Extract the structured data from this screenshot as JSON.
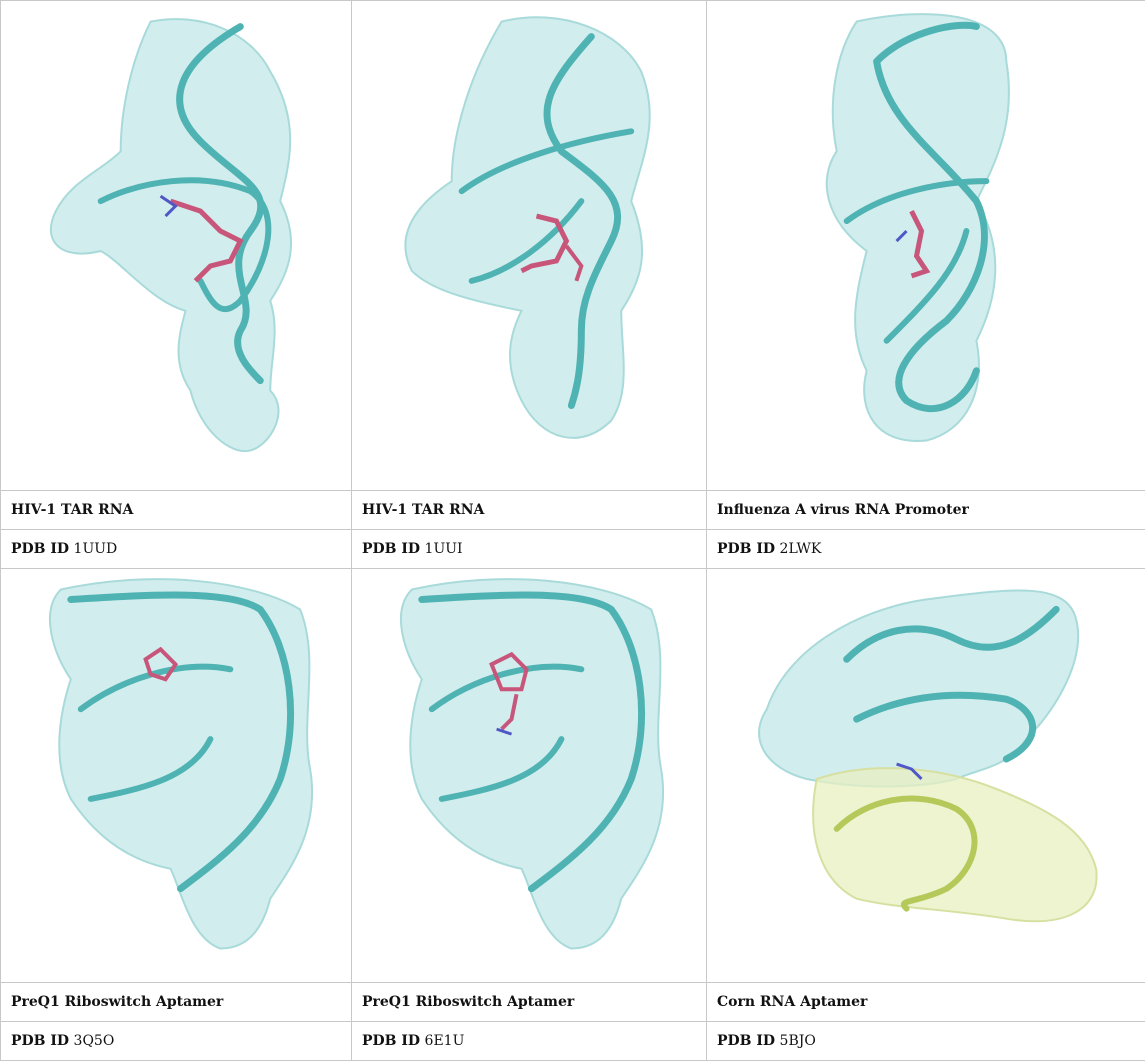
{
  "panels": [
    {
      "title": "HIV-1 TAR RNA",
      "pdb_label": "PDB ID",
      "pdb_id": "1UUD"
    },
    {
      "title": "HIV-1 TAR RNA",
      "pdb_label": "PDB ID",
      "pdb_id": "1UUI"
    },
    {
      "title": "Influenza A virus RNA Promoter",
      "pdb_label": "PDB ID",
      "pdb_id": "2LWK"
    },
    {
      "title": "PreQ1 Riboswitch Aptamer",
      "pdb_label": "PDB ID",
      "pdb_id": "3Q5O"
    },
    {
      "title": "PreQ1 Riboswitch Aptamer",
      "pdb_label": "PDB ID",
      "pdb_id": "6E1U"
    },
    {
      "title": "Corn RNA Aptamer",
      "pdb_label": "PDB ID",
      "pdb_id": "5BJO"
    }
  ],
  "colors": {
    "surface": "#bfe6e6",
    "ribbon": "#4fb3b3",
    "ligand": "#c8557a",
    "secondary_surface": "#e8efc0",
    "secondary_ribbon": "#b5c95a",
    "grid_border": "#c8c8c8"
  }
}
